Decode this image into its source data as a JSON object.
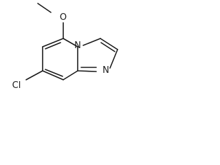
{
  "molecule": {
    "atom_labels": {
      "oxygen": "O",
      "ring_nitrogen_bridgehead": "N",
      "ring_nitrogen_imidazole": "N",
      "chlorine": "Cl"
    }
  }
}
